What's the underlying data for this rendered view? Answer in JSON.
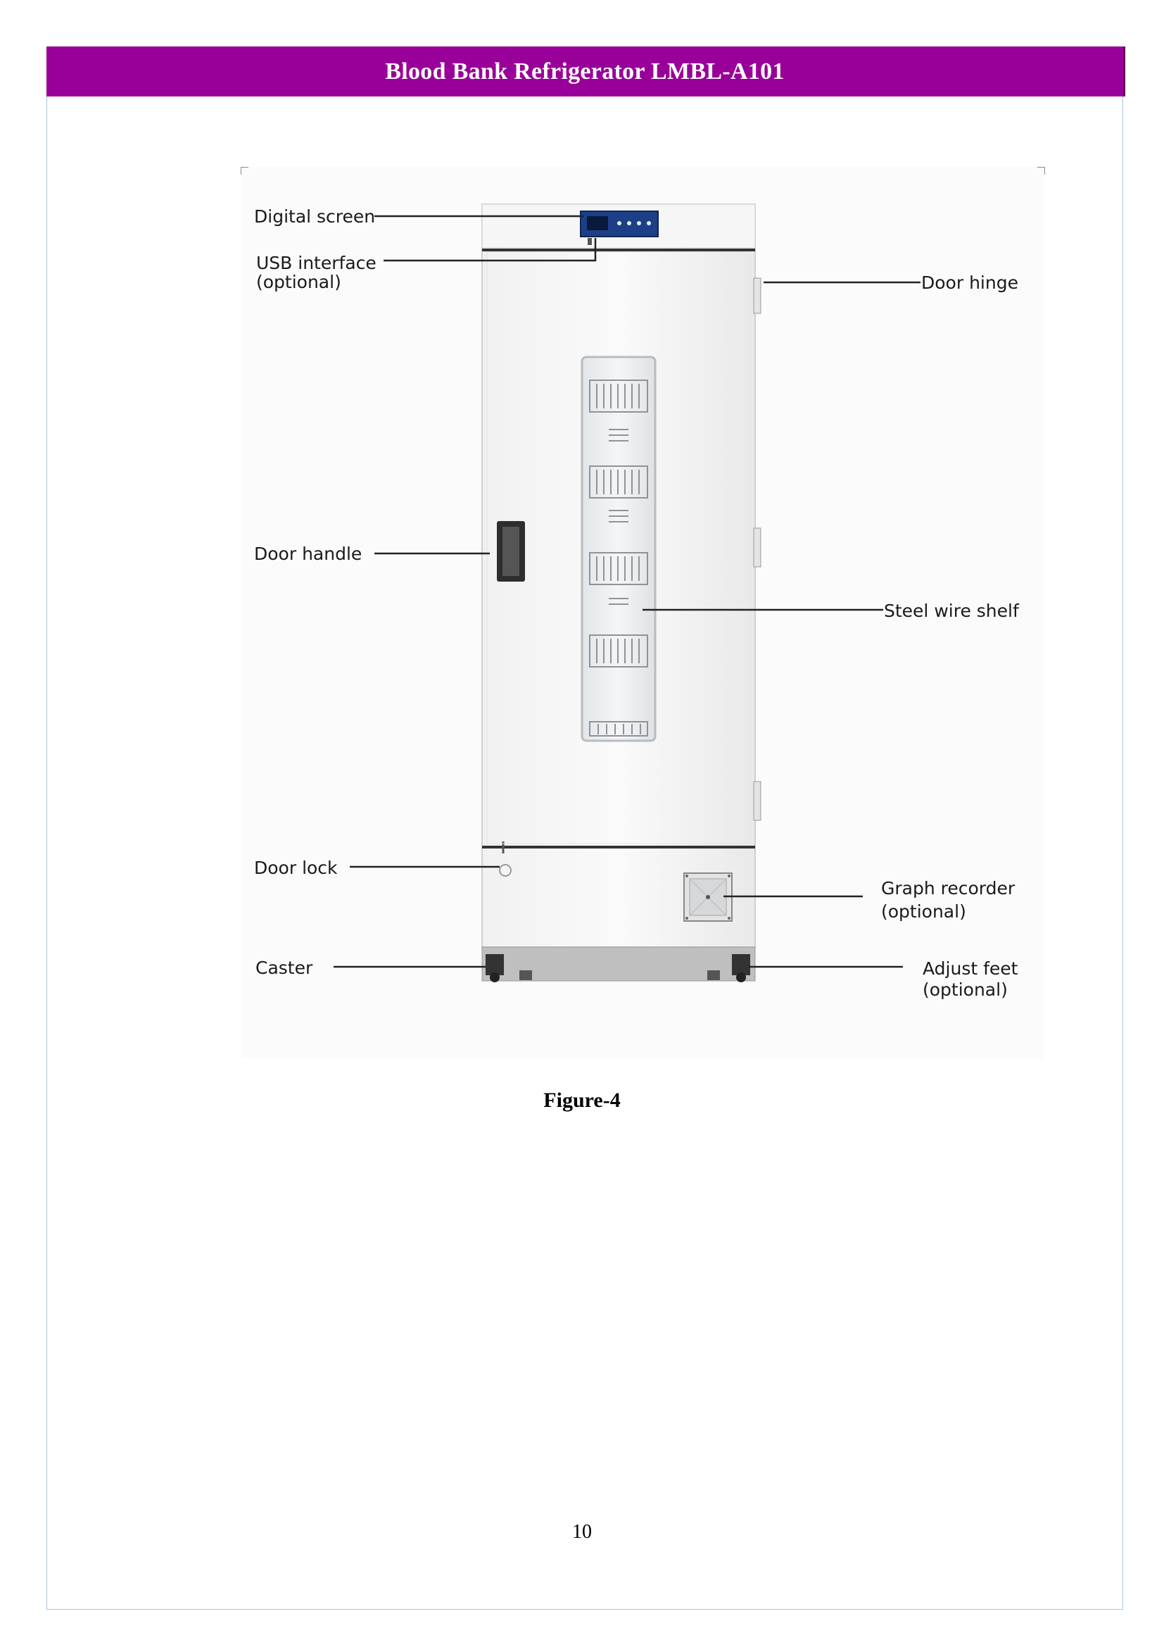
{
  "header": {
    "title": "Blood Bank Refrigerator LMBL-A101"
  },
  "figure": {
    "caption": "Figure-4",
    "labels": {
      "digital_screen": "Digital screen",
      "usb_interface_line1": "USB interface",
      "usb_interface_line2": "(optional)",
      "door_hinge": "Door hinge",
      "door_handle": "Door handle",
      "steel_wire_shelf": "Steel wire shelf",
      "door_lock": "Door lock",
      "graph_recorder_line1": "Graph recorder",
      "graph_recorder_line2": "(optional)",
      "caster": "Caster",
      "adjust_feet_line1": "Adjust feet",
      "adjust_feet_line2": "(optional)"
    }
  },
  "footer": {
    "page_number": "10"
  },
  "colors": {
    "header_bg": "#990099",
    "frame_border": "#aac3d9"
  }
}
